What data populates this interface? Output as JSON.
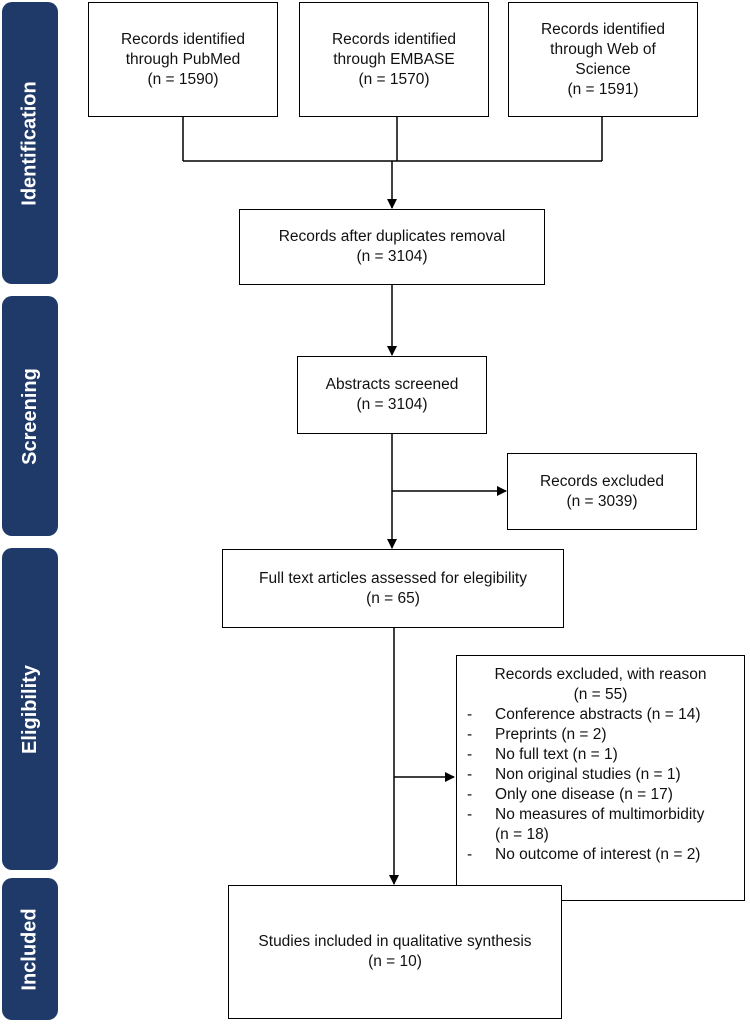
{
  "phases": {
    "identification": "Identification",
    "screening": "Screening",
    "eligibility": "Eligibility",
    "included": "Included"
  },
  "sources": {
    "pubmed": {
      "line1": "Records identified",
      "line2": "through PubMed",
      "count": "(n = 1590)"
    },
    "embase": {
      "line1": "Records identified",
      "line2": "through EMBASE",
      "count": "(n = 1570)"
    },
    "wos": {
      "line1": "Records identified",
      "line2": "through Web of",
      "line3": "Science",
      "count": "(n = 1591)"
    }
  },
  "dedup": {
    "label": "Records after duplicates removal",
    "count": "(n = 3104)"
  },
  "screened": {
    "label": "Abstracts screened",
    "count": "(n = 3104)"
  },
  "excluded": {
    "label": "Records excluded",
    "count": "(n = 3039)"
  },
  "fulltext": {
    "label": "Full text articles assessed for elegibility",
    "count": "(n = 65)"
  },
  "excluded_reason": {
    "label": "Records excluded, with reason",
    "count": "(n = 55)",
    "items": [
      {
        "dash": "-",
        "text": "Conference abstracts (n = 14)"
      },
      {
        "dash": "-",
        "text": "Preprints (n = 2)"
      },
      {
        "dash": "-",
        "text": "No full text (n = 1)"
      },
      {
        "dash": "-",
        "text": "Non original studies (n = 1)"
      },
      {
        "dash": "-",
        "text": "Only one disease (n = 17)"
      },
      {
        "dash": "-",
        "text": "No measures of multimorbidity",
        "text2": "(n = 18)"
      },
      {
        "dash": "-",
        "text": "No outcome of interest (n = 2)"
      }
    ]
  },
  "included": {
    "label": "Studies included in qualitative synthesis",
    "count": "(n = 10)"
  }
}
